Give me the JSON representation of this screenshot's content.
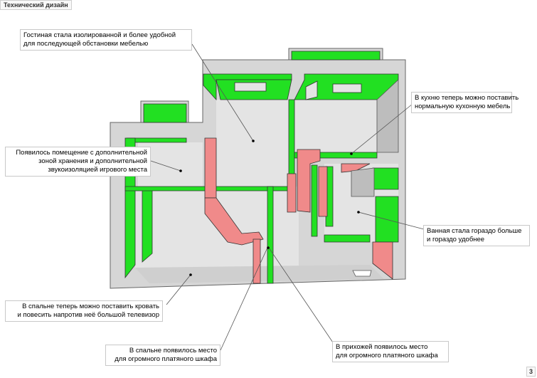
{
  "header": {
    "title": "Технический дизайн"
  },
  "page": {
    "number": "3"
  },
  "colors": {
    "outer": "#d8d8d8",
    "floor": "#e2e2e2",
    "wall_new": "#22e022",
    "wall_demolish": "#f08a8a",
    "edge": "#333333"
  },
  "annotations": {
    "living_room": [
      "Гостиная стала изолированной и более удобной",
      "для последующей обстановки мебелью"
    ],
    "kitchen": [
      "В кухню теперь можно поставить",
      "нормальную кухонную мебель"
    ],
    "storage": [
      "Появилось помещение с дополнительной",
      "зоной хранения и дополнительной",
      "звукоизоляцией игрового места"
    ],
    "bathroom": [
      "Ванная стала гораздо больше",
      "и гораздо удобнее"
    ],
    "bedroom_bed": [
      "В спальне теперь можно поставить кровать",
      "и повесить напротив неё большой телевизор"
    ],
    "bedroom_wardrobe": [
      "В спальне появилось место",
      "для огромного платяного шкафа"
    ],
    "hall_wardrobe": [
      "В прихожей появилось место",
      "для огромного платяного шкафа"
    ]
  }
}
